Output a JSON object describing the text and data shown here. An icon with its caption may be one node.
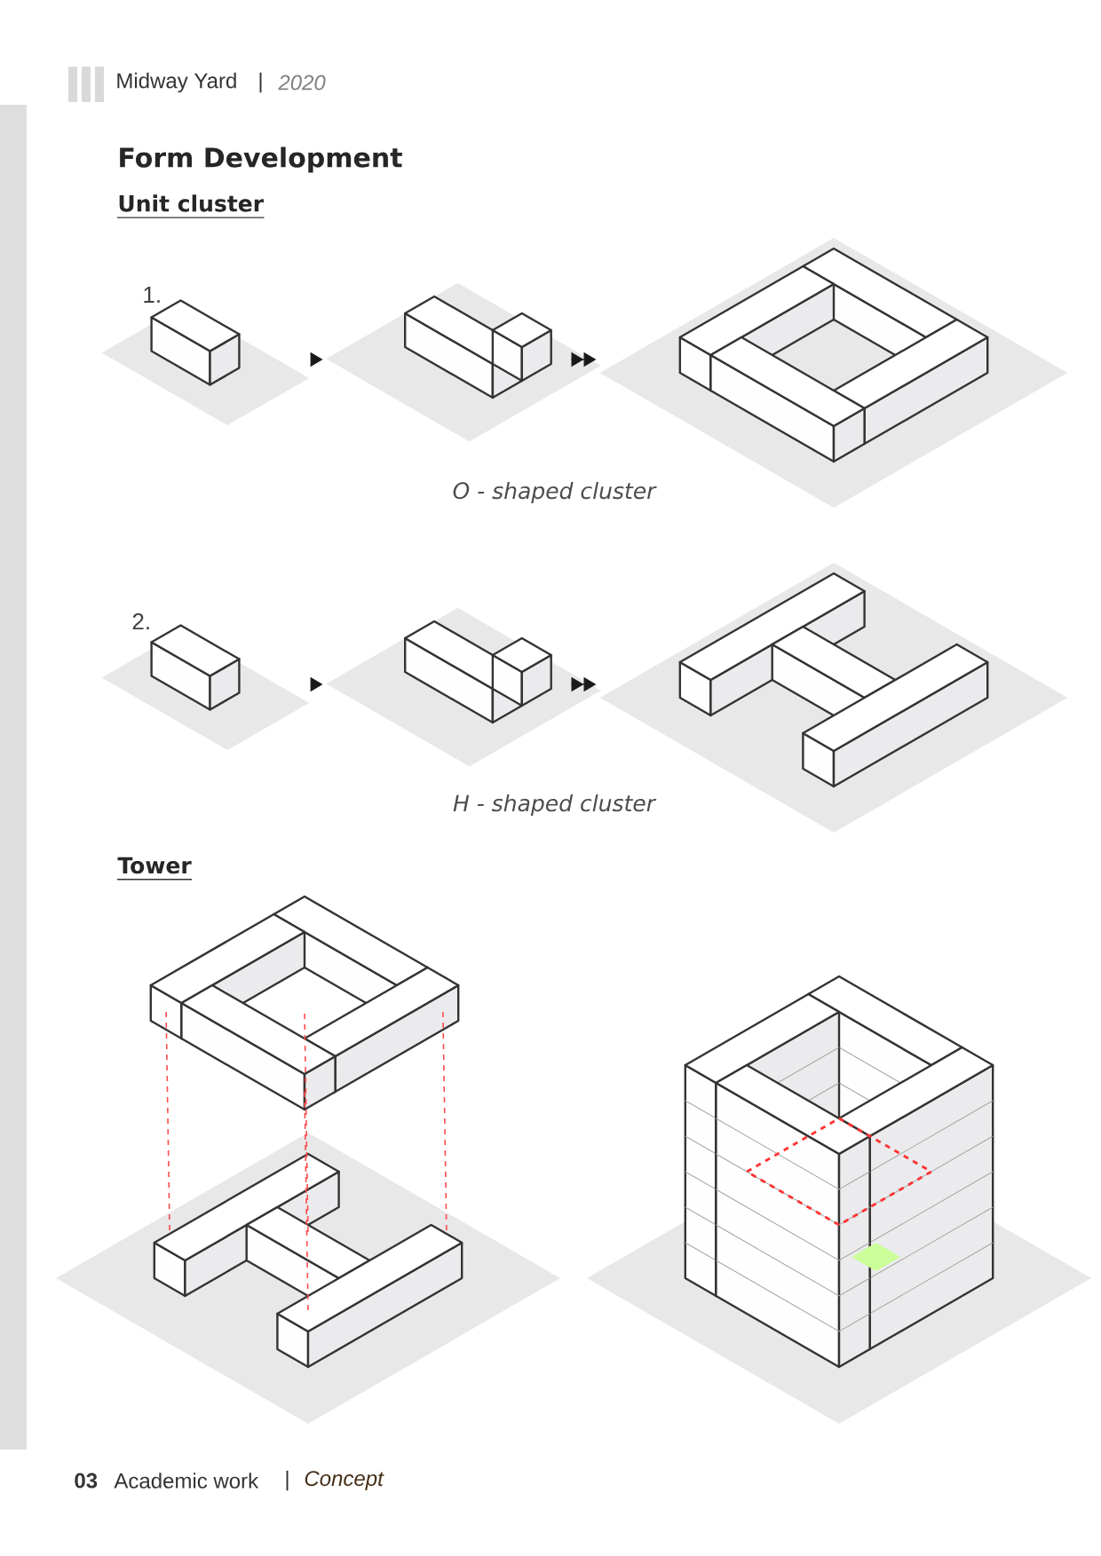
{
  "diagram": {
    "title": "Form Development",
    "nodes": [
      {
        "text": [],
        "shape": "picture"
      },
      {
        "text": [],
        "shape": "picture"
      },
      {
        "text": [],
        "shape": "picture"
      },
      {
        "text": [],
        "shape": "picture"
      },
      {
        "text": [],
        "shape": "picture"
      },
      {
        "text": [],
        "shape": "picture"
      }
    ],
    "edges": [
      {
        "from": 0,
        "to": 1,
        "arrow": "to"
      },
      {
        "from": 1,
        "to": 2,
        "arrow": "to"
      },
      {
        "from": 3,
        "to": 4,
        "arrow": "to"
      },
      {
        "from": 4,
        "to": 5,
        "arrow": "to"
      }
    ],
    "labels": [
      "Midway Yard",
      "|",
      "2020",
      "Unit cluster",
      "1.",
      "O - shaped cluster",
      "2.",
      "H - shaped cluster",
      "Tower",
      "03",
      "Academic work",
      "|",
      "Concept"
    ]
  }
}
